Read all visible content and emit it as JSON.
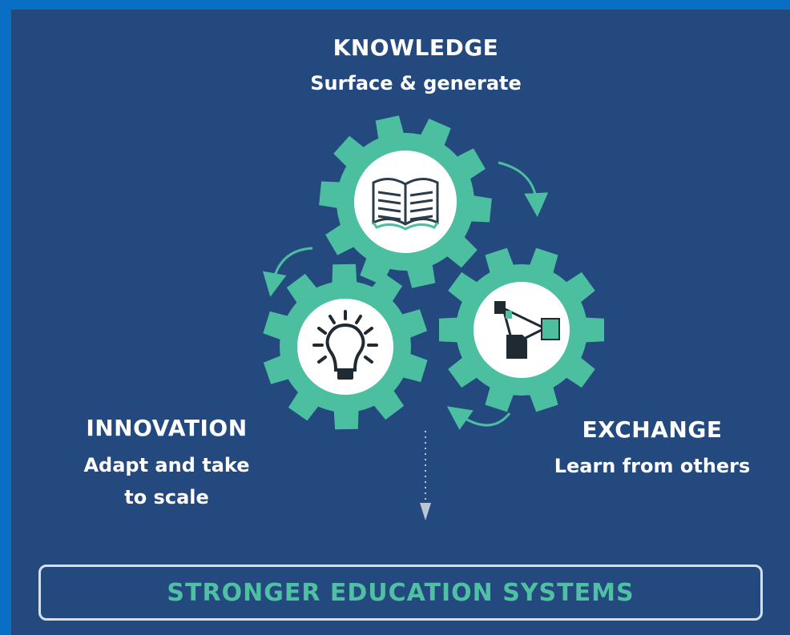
{
  "knowledge": {
    "title": "KNOWLEDGE",
    "subtitle": "Surface & generate"
  },
  "innovation": {
    "title": "INNOVATION",
    "subtitle_lines": [
      "Adapt and take",
      "to scale"
    ]
  },
  "exchange": {
    "title": "EXCHANGE",
    "subtitle": "Learn from others"
  },
  "banner": {
    "label": "STRONGER EDUCATION SYSTEMS"
  },
  "icons": {
    "knowledge": "open-book-icon",
    "innovation": "lightbulb-icon",
    "exchange": "network-documents-icon"
  },
  "colors": {
    "background": "#23497f",
    "frame": "#0a6fc4",
    "gear": "#4cbfa0",
    "text": "#ffffff",
    "banner_text": "#4fc0a4",
    "banner_border": "#d6e0ec"
  }
}
